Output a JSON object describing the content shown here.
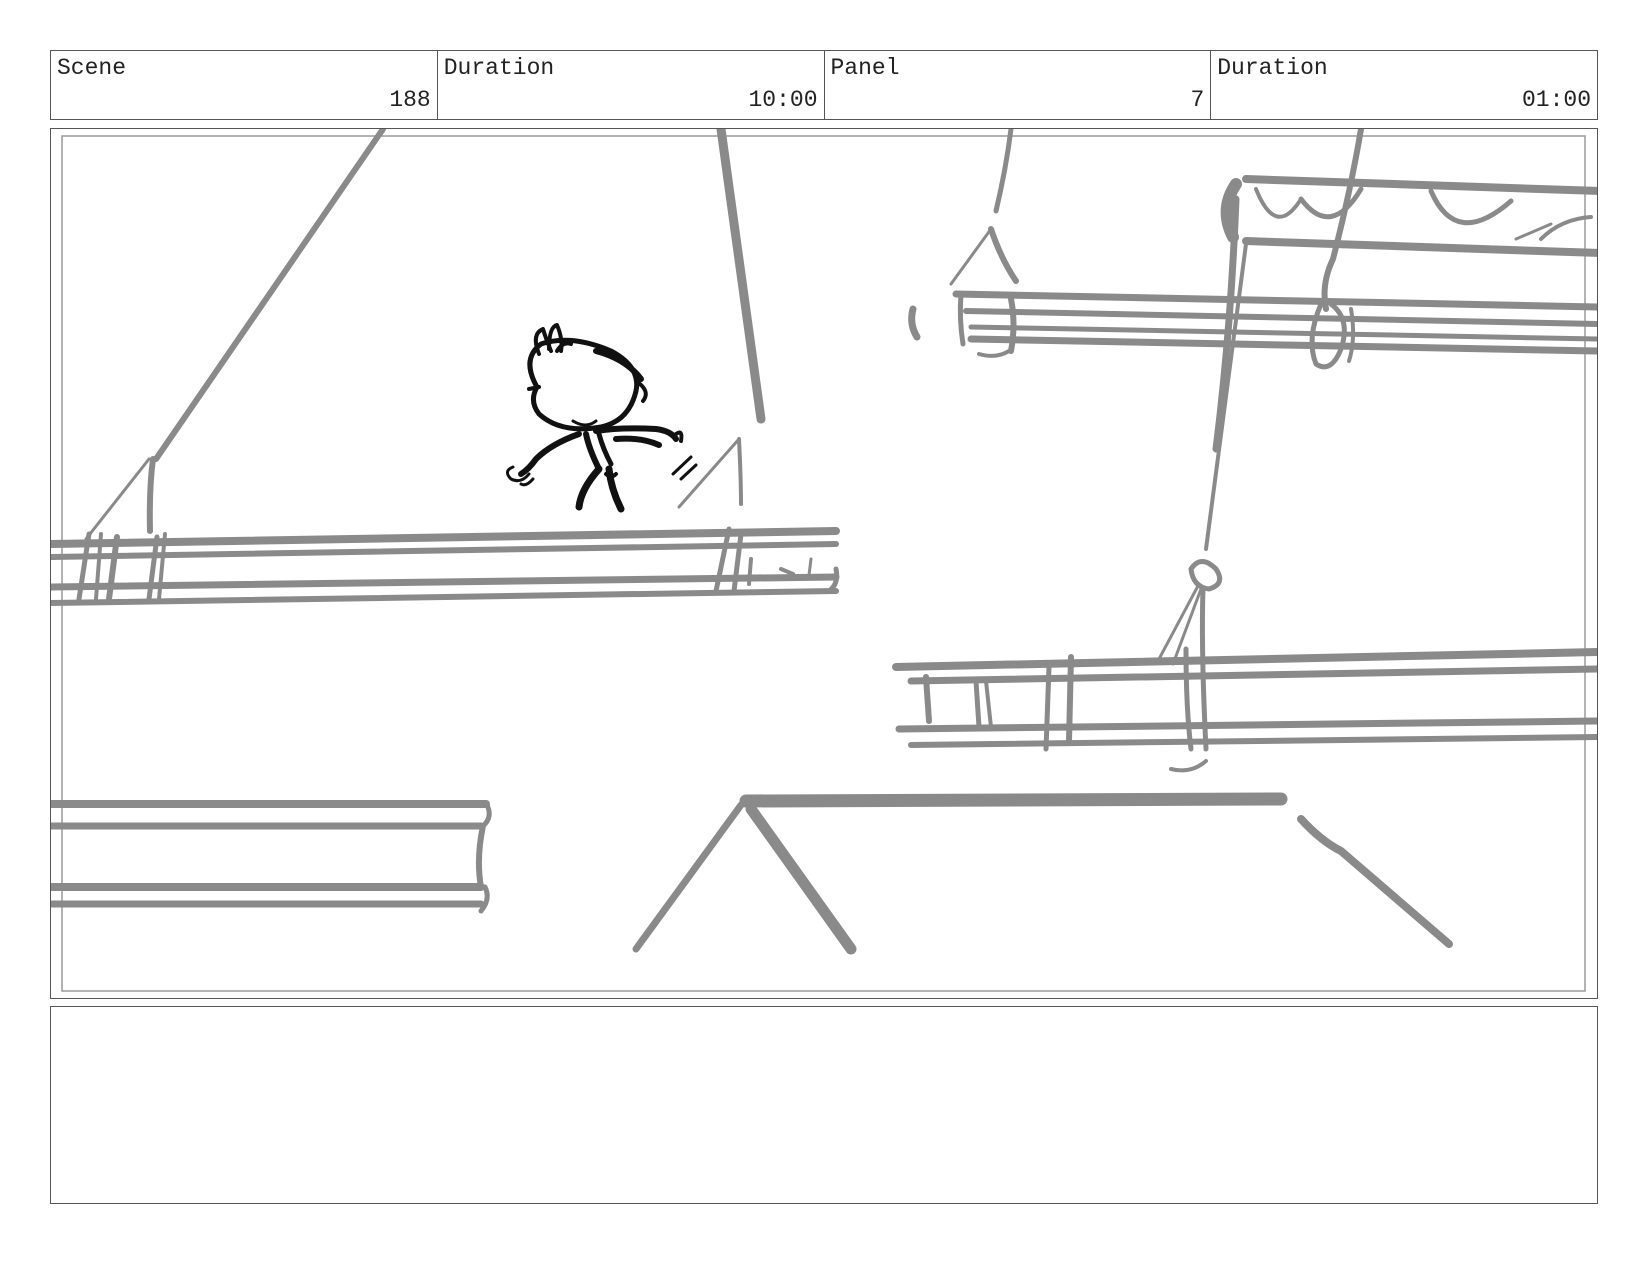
{
  "header": {
    "scene": {
      "label": "Scene",
      "value": "188"
    },
    "scene_duration": {
      "label": "Duration",
      "value": "10:00"
    },
    "panel": {
      "label": "Panel",
      "value": "7"
    },
    "panel_duration": {
      "label": "Duration",
      "value": "01:00"
    }
  },
  "notes": {
    "text": ""
  },
  "colors": {
    "sketch_gray": "#8a8a8a",
    "character_ink": "#111111",
    "frame_border": "#555555"
  }
}
